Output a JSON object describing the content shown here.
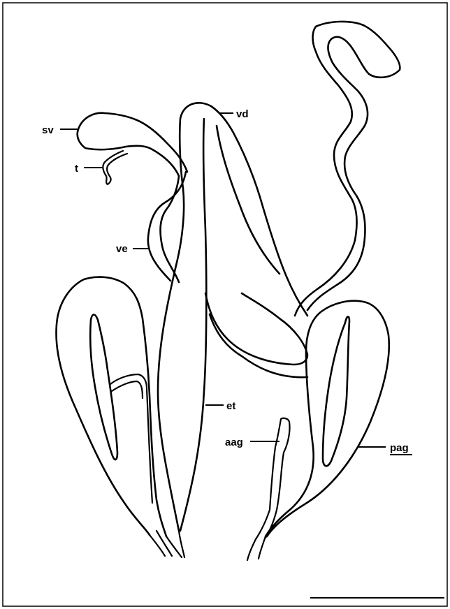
{
  "labels": {
    "sv": "sv",
    "t": "t",
    "vd": "vd",
    "ve": "ve",
    "et": "et",
    "aag": "aag",
    "pag": "pag"
  },
  "colors": {
    "background": "#ffffff",
    "line": "#000000"
  }
}
